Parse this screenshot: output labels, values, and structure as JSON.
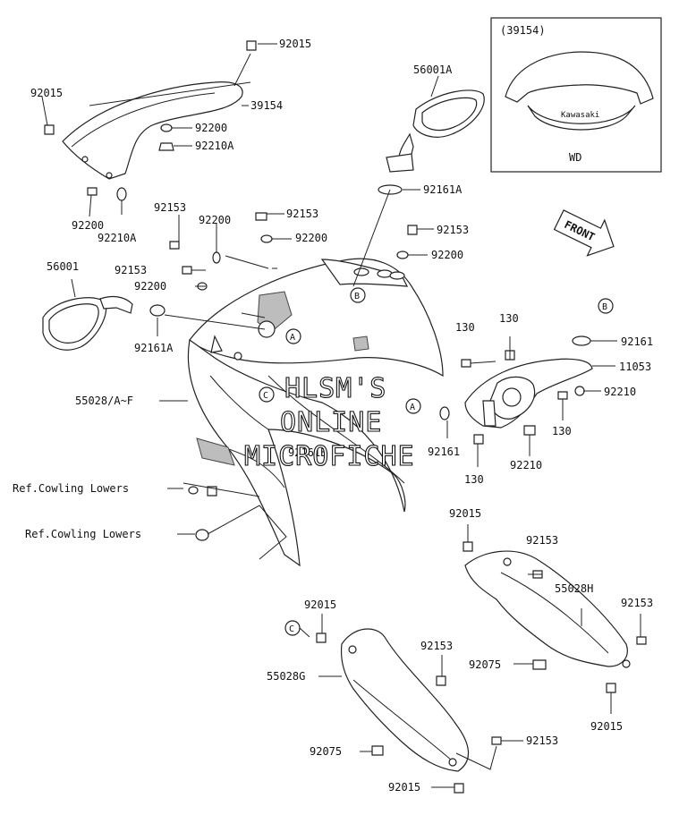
{
  "inset": {
    "code": "(39154)",
    "caption": "WD",
    "logo": "Kawasaki"
  },
  "front_arrow": "FRONT",
  "circle_refs": [
    "A",
    "B",
    "C"
  ],
  "watermark": [
    "HLSM'S",
    "ONLINE",
    "MICROFICHE"
  ],
  "labels": {
    "p92015": "92015",
    "p39154": "39154",
    "p92200": "92200",
    "p92210A": "92210A",
    "p56001A": "56001A",
    "p92161A": "92161A",
    "p92153": "92153",
    "p56001": "56001",
    "p55028AF": "55028/A~F",
    "p92161B": "92161B",
    "p130": "130",
    "p92161": "92161",
    "p11053": "11053",
    "p92210": "92210",
    "p55028H": "55028H",
    "p92075": "92075",
    "p55028G": "55028G",
    "refCowling": "Ref.Cowling Lowers"
  }
}
